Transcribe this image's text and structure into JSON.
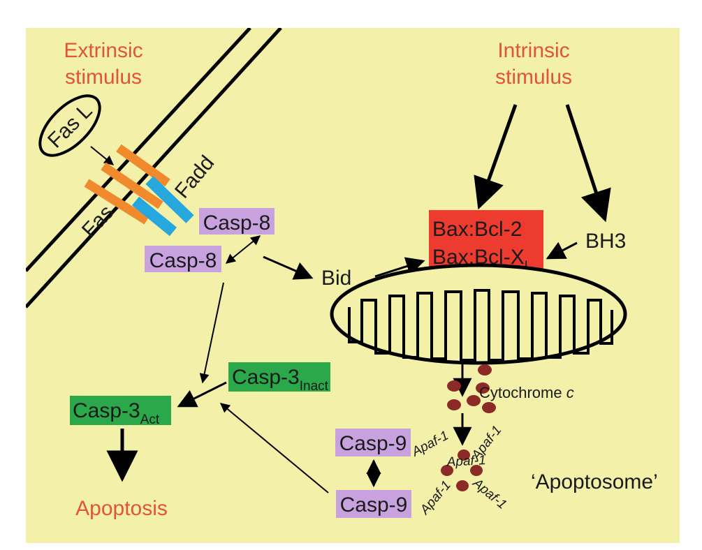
{
  "colors": {
    "background": "#f3f0aa",
    "stimulus_text": "#e0553a",
    "casp8_box": "#c8a2de",
    "casp9_box": "#c8a2de",
    "casp3_box": "#2aa84a",
    "bax_box": "#ee3b30",
    "fas_receptor": "#f08a2c",
    "fadd": "#26a8de",
    "cytochrome": "#8b2a26"
  },
  "labels": {
    "extrinsic_line1": "Extrinsic",
    "extrinsic_line2": "stimulus",
    "intrinsic_line1": "Intrinsic",
    "intrinsic_line2": "stimulus",
    "fas_l": "Fas L",
    "fas": "Fas",
    "fadd": "Fadd",
    "casp8_upper": "Casp-8",
    "casp8_lower": "Casp-8",
    "bid": "Bid",
    "bax_bcl2": "Bax:Bcl-2",
    "bax_bclx": "Bax:Bcl-X",
    "bax_bclx_sub": "L",
    "bh3": "BH3",
    "cytochrome": "Cytochrome",
    "cytochrome_c": "c",
    "casp3_inact": "Casp-3",
    "casp3_inact_sub": "Inact",
    "casp3_act": "Casp-3",
    "casp3_act_sub": "Act",
    "apoptosis": "Apoptosis",
    "casp9_upper": "Casp-9",
    "casp9_lower": "Casp-9",
    "apaf_1": "Apaf-1",
    "apaf_2": "Apaf-1",
    "apaf_3": "Apaf-1",
    "apaf_4": "Apaf-1",
    "apaf_5": "Apaf-1",
    "apoptosome": "‘Apoptosome’"
  }
}
